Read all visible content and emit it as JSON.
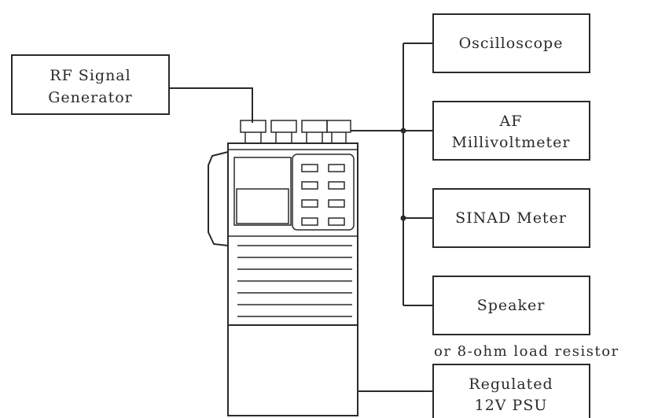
{
  "boxes": {
    "rf_generator": {
      "line1": "RF Signal",
      "line2": "Generator"
    },
    "oscilloscope": {
      "line1": "Oscilloscope"
    },
    "af_millivoltmeter": {
      "line1": "AF",
      "line2": "Millivoltmeter"
    },
    "sinad_meter": {
      "line1": "SINAD Meter"
    },
    "speaker": {
      "line1": "Speaker"
    },
    "psu": {
      "line1": "Regulated",
      "line2": "12V PSU"
    }
  },
  "notes": {
    "load_resistor": "or 8-ohm load resistor"
  }
}
